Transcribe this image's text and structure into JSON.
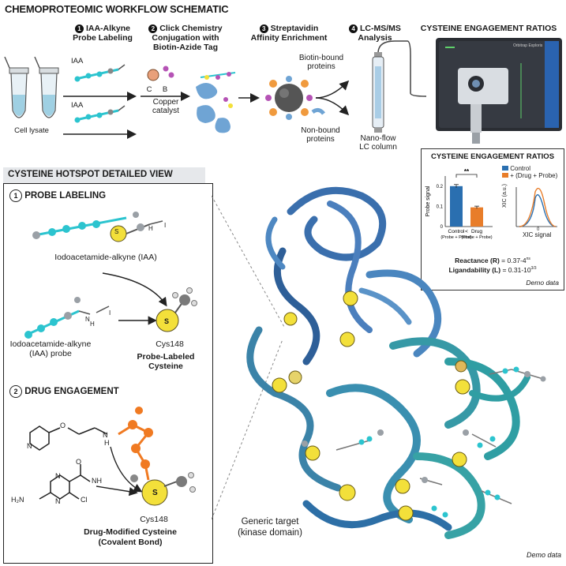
{
  "header": {
    "title": "CHEMOPROTEOMIC WORKFLOW SCHEMATIC",
    "right_title": "CYSTEINE ENGAGEMENT RATIOS"
  },
  "workflow": {
    "cell_lysate": "Cell lysate",
    "iaa_top": "IAA",
    "iaa_bottom": "IAA",
    "step1": {
      "num": "1",
      "line1": "IAA-Alkyne",
      "line2": "Probe Labeling"
    },
    "step2": {
      "num": "2",
      "line1": "Click Chemistry",
      "line2": "Conjugation with",
      "line3": "Biotin-Azide Tag"
    },
    "step3": {
      "num": "3",
      "line1": "Streptavidin",
      "line2": "Affinity Enrichment"
    },
    "step4": {
      "num": "4",
      "line1": "LC-MS/MS",
      "line2": "Analysis"
    },
    "copper_line1": "Copper",
    "copper_line2": "catalyst",
    "atom_c": "C",
    "atom_b": "B",
    "biotin_line1": "Biotin-bound",
    "biotin_line2": "proteins",
    "nonbound_line1": "Non-bound",
    "nonbound_line2": "proteins",
    "column_line1": "Nano-flow",
    "column_line2": "LC column",
    "instrument_label": "Orbitrap Exploris"
  },
  "engagement_chart": {
    "title": "CYSTEINE ENGAGEMENT RATIOS",
    "sig": "**",
    "legend_control": "Control",
    "legend_drug": "+ (Drug + Probe)",
    "xic_axis": "XIC (a.u.)",
    "xic_label": "XIC signal",
    "xic_tick": "0",
    "reactance_label": "Reactance (R)",
    "reactance_value": "= 0.37-4",
    "reactance_sup": "ns",
    "ligand_label": "Ligandability (L)",
    "ligand_value": "= 0.31-10",
    "ligand_sup": "3/3",
    "demo": "Demo data"
  },
  "chart_data": {
    "type": "bar",
    "categories": [
      "Control",
      "Drug"
    ],
    "category_sublabels": [
      "(Probe + Probe)",
      "(Probe + Probe)"
    ],
    "category_joiner": "<",
    "values": [
      0.2,
      0.095
    ],
    "errors": [
      0.008,
      0.006
    ],
    "ylabel": "Probe signal",
    "ylim": [
      0,
      0.25
    ],
    "yticks": [
      "0",
      "0.1",
      "0.2"
    ],
    "colors": [
      "#2a6fb0",
      "#e87d2a"
    ],
    "significance": "**"
  },
  "hotspot": {
    "header": "CYSTEINE HOTSPOT DETAILED VIEW",
    "sec1_num": "1",
    "sec1_title": "PROBE LABELING",
    "iaa_name": "Iodoacetamide-alkyne (IAA)",
    "probe_line1": "Iodoacetamide-alkyne",
    "probe_line2": "(IAA) probe",
    "cys_top": "Cys148",
    "probe_labeled_1": "Probe-Labeled",
    "probe_labeled_2": "Cysteine",
    "sec2_num": "2",
    "sec2_title": "DRUG ENGAGEMENT",
    "cys_bottom": "Cys148",
    "drug_mod_1": "Drug-Modified Cysteine",
    "drug_mod_2": "(Covalent Bond)",
    "atom_s": "S",
    "atom_h": "H",
    "atom_n": "N",
    "atom_o": "O",
    "atom_cl": "Cl",
    "atom_nh": "NH",
    "atom_h2n": "H₂N",
    "atom_i": "I"
  },
  "protein": {
    "label_line1": "Generic target",
    "label_line2": "(kinase domain)",
    "demo": "Demo data"
  },
  "colors": {
    "cyan": "#2cc4cf",
    "sulfur": "#f3e03a",
    "orange": "#f07a22",
    "ribbon_dark": "#2e5f98",
    "ribbon_teal": "#2f9ea3"
  }
}
